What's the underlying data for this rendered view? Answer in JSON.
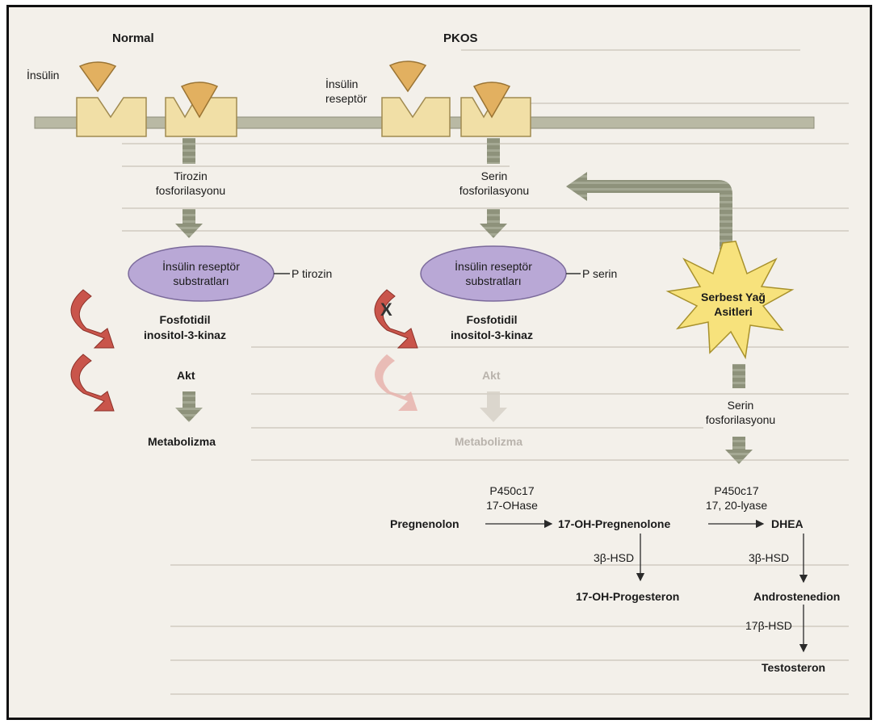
{
  "diagram": {
    "normal": {
      "title": "Normal",
      "insulin": "İnsülin",
      "phospho": [
        "Tirozin",
        "fosforilasyonu"
      ],
      "substrate": [
        "İnsülin reseptör",
        "substratları"
      ],
      "p_label": "P tirozin",
      "pi3k": [
        "Fosfotidil",
        "inositol-3-kinaz"
      ],
      "akt": "Akt",
      "metabolism": "Metabolizma"
    },
    "pcos": {
      "title": "PKOS",
      "receptor": [
        "İnsülin",
        "reseptör"
      ],
      "phospho": [
        "Serin",
        "fosforilasyonu"
      ],
      "substrate": [
        "İnsülin reseptör",
        "substratları"
      ],
      "p_label": "P serin",
      "block": "X",
      "pi3k": [
        "Fosfotidil",
        "inositol-3-kinaz"
      ],
      "akt": "Akt",
      "metabolism": "Metabolizma"
    },
    "ffa": {
      "label": [
        "Serbest Yağ",
        "Asitleri"
      ],
      "phospho": [
        "Serin",
        "fosforilasyonu"
      ]
    },
    "steroid": {
      "enzyme1": [
        "P450c17",
        "17-OHase"
      ],
      "enzyme2": [
        "P450c17",
        "17, 20-lyase"
      ],
      "pregnenolone": "Pregnenolon",
      "oh_pregnenolone": "17-OH-Pregnenolone",
      "dhea": "DHEA",
      "hsd1": "3β-HSD",
      "hsd2": "3β-HSD",
      "hsd3": "17β-HSD",
      "oh_progesterone": "17-OH-Progesteron",
      "androstenedione": "Androstenedion",
      "testosterone": "Testosteron"
    },
    "colors": {
      "insulin": "#e2b060",
      "receptor": "#f1dfa6",
      "membrane": "#b9b9a4",
      "grey_arrow": "#8e927b",
      "ellipse": "#b9a8d6",
      "curve": "#c9554b",
      "star": "#f7e27c"
    }
  }
}
